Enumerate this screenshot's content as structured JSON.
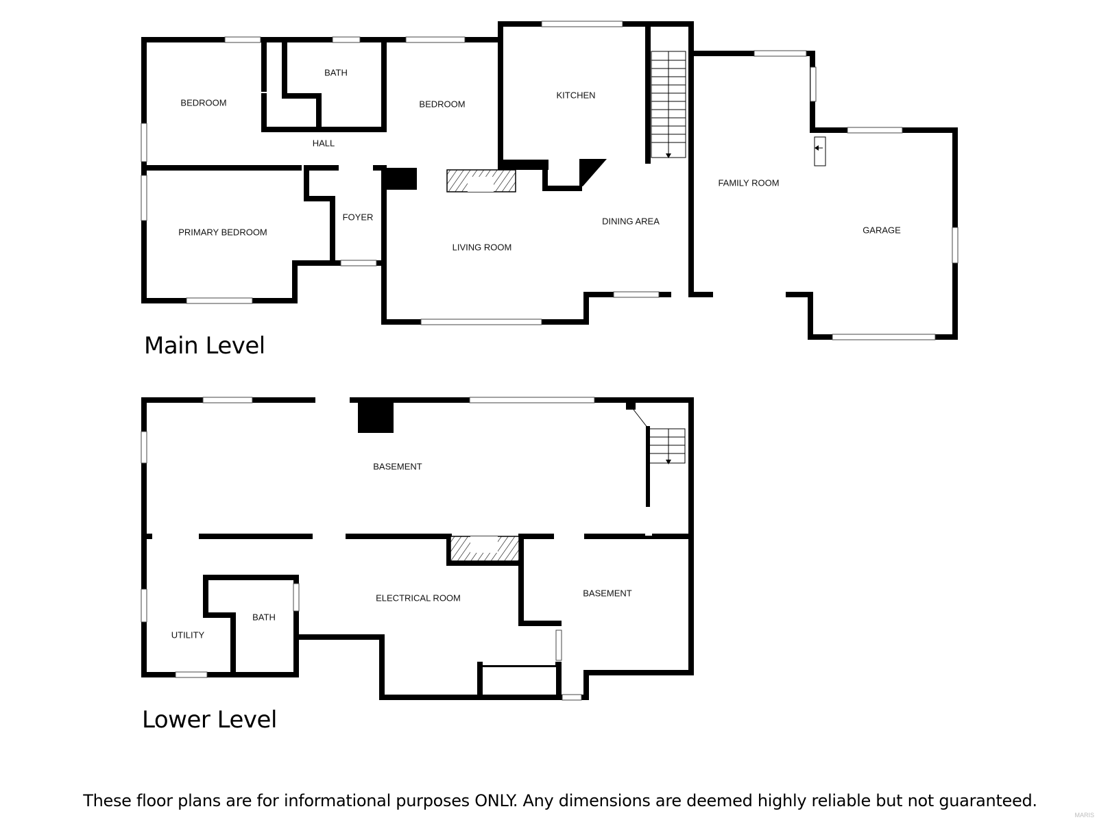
{
  "levels": {
    "main": {
      "title": "Main Level",
      "rooms": {
        "bedroom1": "BEDROOM",
        "bath": "BATH",
        "bedroom2": "BEDROOM",
        "kitchen": "KITCHEN",
        "hall": "HALL",
        "family_room": "FAMILY ROOM",
        "primary_bedroom": "PRIMARY BEDROOM",
        "foyer": "FOYER",
        "living_room": "LIVING ROOM",
        "dining_area": "DINING AREA",
        "garage": "GARAGE"
      }
    },
    "lower": {
      "title": "Lower Level",
      "rooms": {
        "basement_main": "BASEMENT",
        "electrical_room": "ELECTRICAL ROOM",
        "basement_side": "BASEMENT",
        "bath": "BATH",
        "utility": "UTILITY"
      }
    }
  },
  "footer": {
    "disclaimer": "These floor plans are for informational purposes ONLY. Any dimensions are deemed highly reliable but not guaranteed.",
    "watermark": "MARIS"
  },
  "colors": {
    "wall": "#000000",
    "background": "#ffffff"
  }
}
